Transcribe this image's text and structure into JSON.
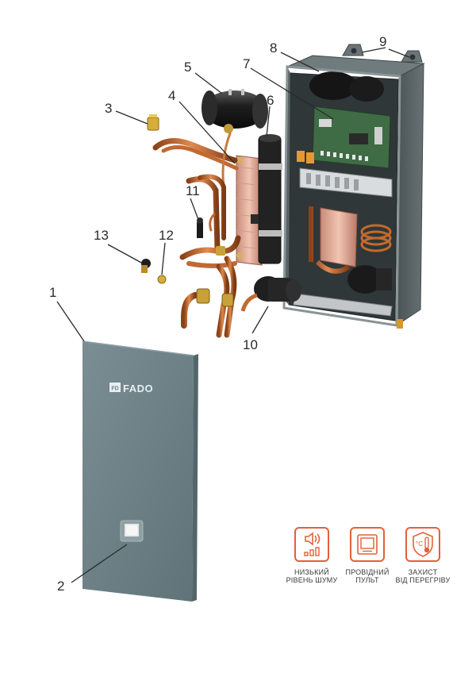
{
  "brand": {
    "logo_text": "FADO",
    "logo_mark": "FD"
  },
  "callouts": [
    {
      "number": "1"
    },
    {
      "number": "2"
    },
    {
      "number": "3"
    },
    {
      "number": "4"
    },
    {
      "number": "5"
    },
    {
      "number": "6"
    },
    {
      "number": "7"
    },
    {
      "number": "8"
    },
    {
      "number": "9"
    },
    {
      "number": "10"
    },
    {
      "number": "11"
    },
    {
      "number": "12"
    },
    {
      "number": "13"
    }
  ],
  "features": [
    {
      "line1": "НИЗЬКИЙ",
      "line2": "РІВЕНЬ ШУМУ",
      "icon": "speaker-low-noise-icon"
    },
    {
      "line1": "ПРОВІДНИЙ",
      "line2": "ПУЛЬТ",
      "icon": "wired-remote-icon"
    },
    {
      "line1": "ЗАХИСТ",
      "line2": "ВІД ПЕРЕГРІВУ",
      "icon": "thermometer-overheat-icon"
    }
  ],
  "colors": {
    "accent": "#e2613a",
    "panel": "#6f8489",
    "cabinet": "#5c6568",
    "copper": "#b8652e",
    "pcb": "#3f6b45"
  }
}
